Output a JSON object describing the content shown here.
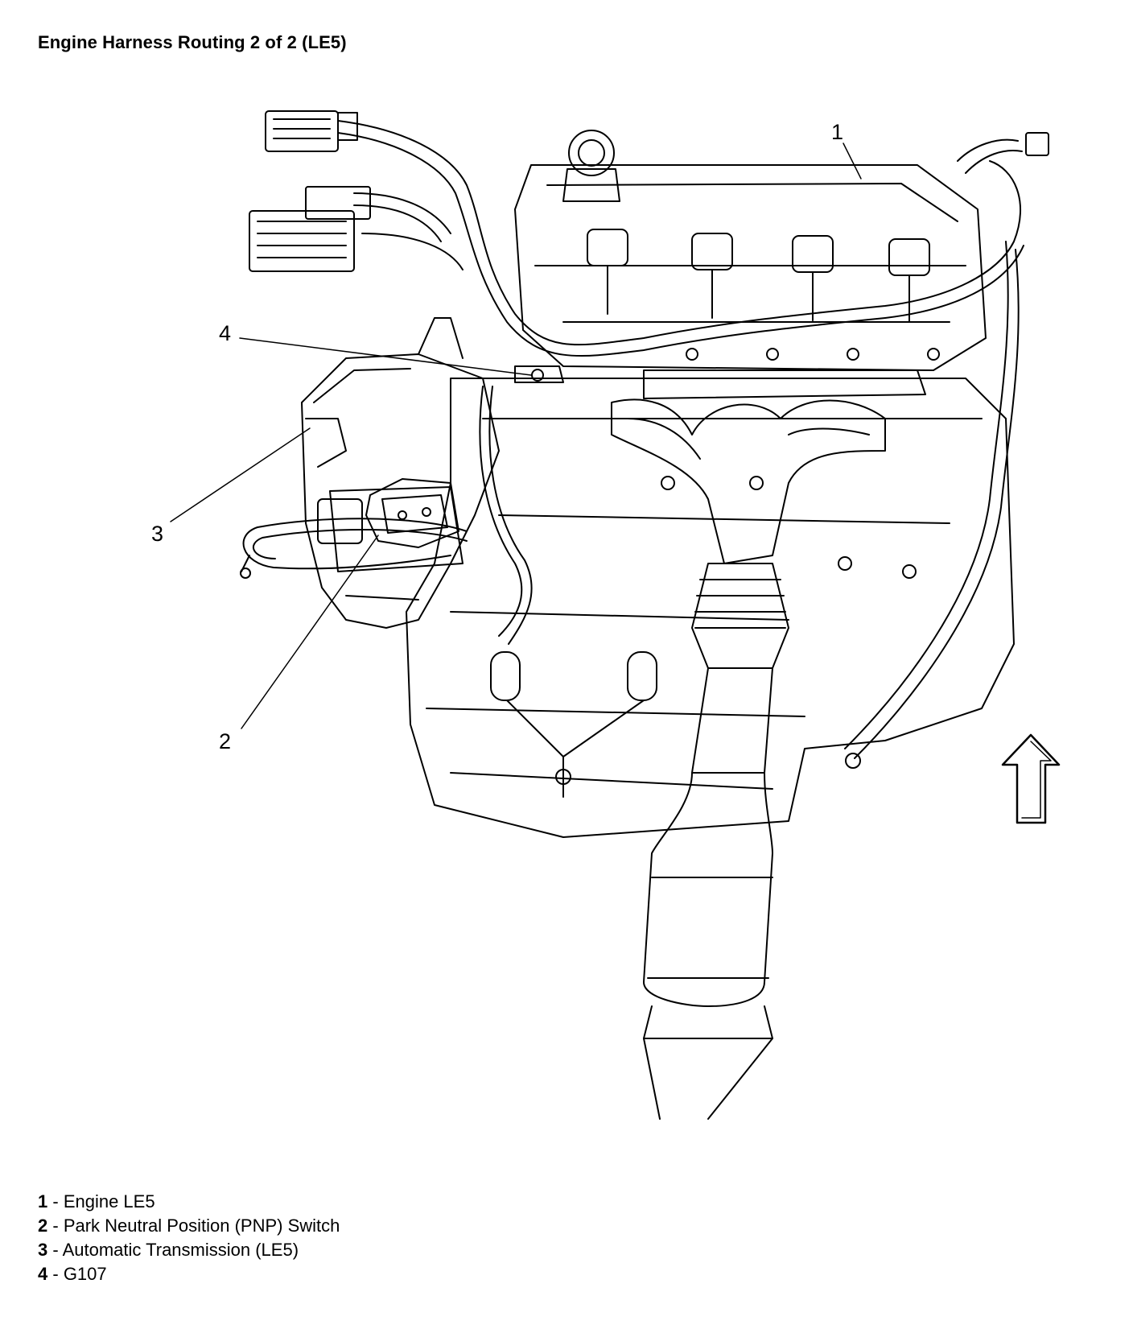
{
  "title": "Engine Harness Routing 2 of 2 (LE5)",
  "callouts": [
    {
      "number": "1",
      "label": "Engine LE5"
    },
    {
      "number": "2",
      "label": "Park Neutral Position (PNP) Switch"
    },
    {
      "number": "3",
      "label": "Automatic Transmission (LE5)"
    },
    {
      "number": "4",
      "label": "G107"
    }
  ],
  "legend_separator": " - ",
  "orientation_arrow": "arrow-up-icon"
}
